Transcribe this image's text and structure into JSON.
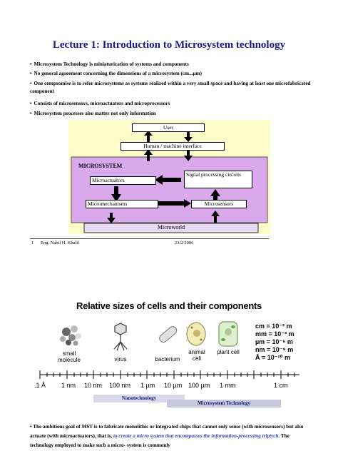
{
  "title": "Lecture 1: Introduction to Microsystem technology",
  "bullets": [
    "Microsystem Technology is miniaturization of systems and components",
    "No general agreement concerning the dimensions of a microsystem (cm...µm)",
    "One compromise is to refer microsystems as systems realized within a very small space and having at least one microfabricated component",
    "Consists of microsensors, microactuators and microprocessors",
    "Microsystem processes also matter not only information"
  ],
  "bullet_char": "•",
  "diagram": {
    "user": "User",
    "hmi": "Human / machine interface",
    "system": "MICROSYSTEM",
    "microactuators": "Microactuators",
    "signal": "Signal processing circuits",
    "micromechanisms": "Micromechanisms",
    "microsensors": "Microsensors",
    "microworld": "Microworld",
    "colors": {
      "background": "#fdfbc8",
      "system": "#d9a9ec",
      "microworld": "#e8d8f4"
    }
  },
  "footer": {
    "page": "1",
    "author": "Eng. Nabil H. Khalil",
    "date": "23/2/2006"
  },
  "figure": {
    "title": "Relative sizes of cells and their components",
    "items": [
      "small molecule",
      "virus",
      "bacterium",
      "animal cell",
      "plant cell"
    ],
    "units": [
      "cm = 10⁻² m",
      "mm = 10⁻³ m",
      "µm = 10⁻⁶ m",
      "nm = 10⁻⁹ m",
      "Å = 10⁻¹⁰ m"
    ],
    "ticks": [
      ".1 Å",
      "1 nm",
      "10 nm",
      "100 nm",
      "1 µm",
      "10 µm",
      "100 µm",
      "1 mm",
      "1 cm"
    ],
    "bands": [
      "Nanotechnology",
      "Microsystem Technology"
    ]
  },
  "paragraph": {
    "lead": "The ambitious goal of MST is to fabricate monolithic or integrated chips that cannot only sense (with microsensors) but also actuate (with microactuators), that is,",
    "italic": "to create a micro system that encompasses the information-processing triptych.",
    "tail": "The technology employed to make such a micro- system is commonly"
  }
}
